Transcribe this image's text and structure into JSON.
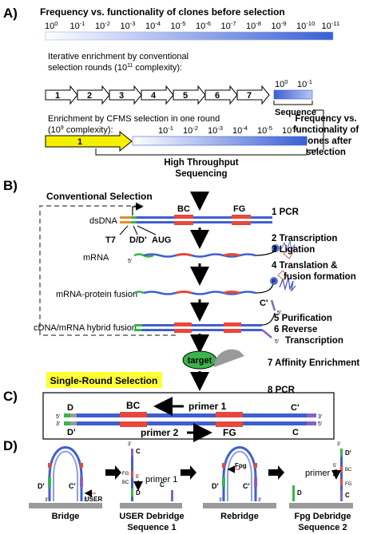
{
  "panelA": {
    "label": "A)",
    "title": "Frequency vs. functionality of clones before selection",
    "scale": [
      {
        "base": "10",
        "exp": "0"
      },
      {
        "base": "10",
        "exp": "-1"
      },
      {
        "base": "10",
        "exp": "-2"
      },
      {
        "base": "10",
        "exp": "-3"
      },
      {
        "base": "10",
        "exp": "-4"
      },
      {
        "base": "10",
        "exp": "-5"
      },
      {
        "base": "10",
        "exp": "-6"
      },
      {
        "base": "10",
        "exp": "-7"
      },
      {
        "base": "10",
        "exp": "-8"
      },
      {
        "base": "10",
        "exp": "-9"
      },
      {
        "base": "10",
        "exp": "-10"
      },
      {
        "base": "10",
        "exp": "-11"
      }
    ],
    "iterative_line1": "Iterative enrichment by conventional",
    "iterative_line2": "selection rounds (10",
    "iterative_exp": "11",
    "iterative_tail": " complexity):",
    "rounds": [
      "1",
      "2",
      "3",
      "4",
      "5",
      "6",
      "7"
    ],
    "seq_scale": [
      {
        "base": "10",
        "exp": "0"
      },
      {
        "base": "10",
        "exp": "-1"
      }
    ],
    "sequence_label": "Sequence",
    "cfms_line1": "Enrichment by CFMS selection in one round",
    "cfms_line2a": "(10",
    "cfms_exp": "9",
    "cfms_line2b": " complexity):",
    "cfms_round": "1",
    "cfms_scale": [
      {
        "base": "10",
        "exp": "-1"
      },
      {
        "base": "10",
        "exp": "-2"
      },
      {
        "base": "10",
        "exp": "-3"
      },
      {
        "base": "10",
        "exp": "-4"
      },
      {
        "base": "10",
        "exp": "-5"
      },
      {
        "base": "10",
        "exp": "-6"
      }
    ],
    "hts_line1": "High Throughput",
    "hts_line2": "Sequencing",
    "after_line1": "Frequency vs.",
    "after_line2": "functionality of",
    "after_line3": "clones after",
    "after_line4": "selection"
  },
  "panelB": {
    "label": "B)",
    "conventional": "Conventional Selection",
    "dsDNA": "dsDNA",
    "BC": "BC",
    "FG": "FG",
    "T7": "T7",
    "DD": "D/D'",
    "AUG": "AUG",
    "mRNA": "mRNA",
    "fusion": "mRNA-protein fusion",
    "hybrid": "cDNA/mRNA hybrid fusion",
    "five_prime": "5'",
    "C_prime": "C'",
    "P": "P",
    "target": "target",
    "single_round": "Single-Round Selection",
    "steps": [
      "1  PCR",
      "2 Transcription",
      "3 Ligation",
      "4 Translation &",
      "fusion formation",
      "5 Purification",
      "6 Reverse",
      "Transcription",
      "7 Affinity Enrichment",
      "8  PCR"
    ]
  },
  "panelC": {
    "label": "C)",
    "D": "D",
    "Dp": "D'",
    "BC": "BC",
    "FG": "FG",
    "C": "C",
    "Cp": "C'",
    "primer1": "primer 1",
    "primer2": "primer 2",
    "five_prime": "5'",
    "three_prime": "3'"
  },
  "panelD": {
    "label": "D)",
    "primer1": "primer 1",
    "primer2": "primer 2",
    "USER": "USER",
    "Fpg": "Fpg",
    "Dp": "D'",
    "D": "D",
    "C": "C",
    "Cp": "C'",
    "BC": "BC",
    "FG": "FG",
    "five_prime": "5'",
    "three_prime": "3'",
    "captions": {
      "bridge": "Bridge",
      "user1": "USER Debridge",
      "user2": "Sequence 1",
      "rebridge": "Rebridge",
      "fpg1": "Fpg Debridge",
      "fpg2": "Sequence 2"
    }
  },
  "colors": {
    "blue": "#3f5fd0",
    "red": "#e8473a",
    "green": "#39b54a",
    "orange": "#e98a2e",
    "purple": "#8a5fc8",
    "yellow": "#f4f000",
    "gray": "#9a9a9a",
    "highlight": "#ffff33"
  }
}
